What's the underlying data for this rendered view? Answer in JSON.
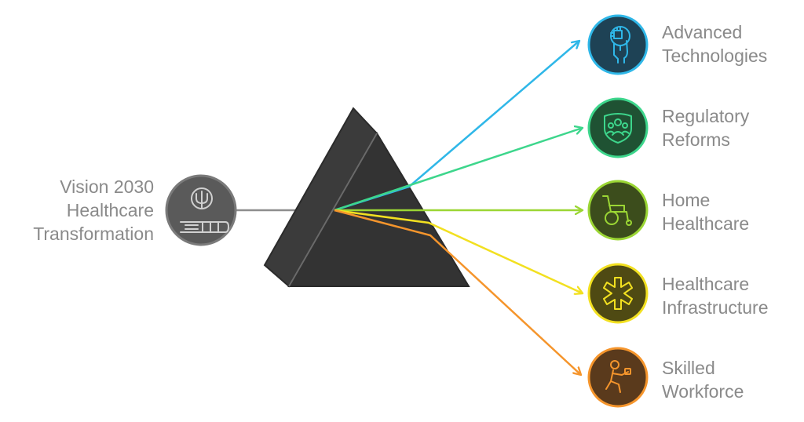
{
  "source": {
    "label_lines": [
      "Vision 2030",
      "Healthcare",
      "Transformation"
    ],
    "icon": "psi-scroll-icon",
    "fill": "#5a5a5a"
  },
  "prism": {
    "fill": "#3a3a3a",
    "stroke": "#2a2a2a"
  },
  "outputs": [
    {
      "id": "advanced-technologies",
      "lines": [
        "Advanced",
        "Technologies"
      ],
      "color": "#2fb7e8",
      "fill": "#1e4255",
      "icon": "hand-chip-icon"
    },
    {
      "id": "regulatory-reforms",
      "lines": [
        "Regulatory",
        "Reforms"
      ],
      "color": "#3dd68c",
      "fill": "#1f5233",
      "icon": "shield-people-icon"
    },
    {
      "id": "home-healthcare",
      "lines": [
        "Home",
        "Healthcare"
      ],
      "color": "#9bd634",
      "fill": "#3c4d1c",
      "icon": "wheelchair-icon"
    },
    {
      "id": "healthcare-infrastructure",
      "lines": [
        "Healthcare",
        "Infrastructure"
      ],
      "color": "#f2e020",
      "fill": "#4f4a13",
      "icon": "medical-star-icon"
    },
    {
      "id": "skilled-workforce",
      "lines": [
        "Skilled",
        "Workforce"
      ],
      "color": "#f5952c",
      "fill": "#5a3a1c",
      "icon": "worker-icon"
    }
  ]
}
